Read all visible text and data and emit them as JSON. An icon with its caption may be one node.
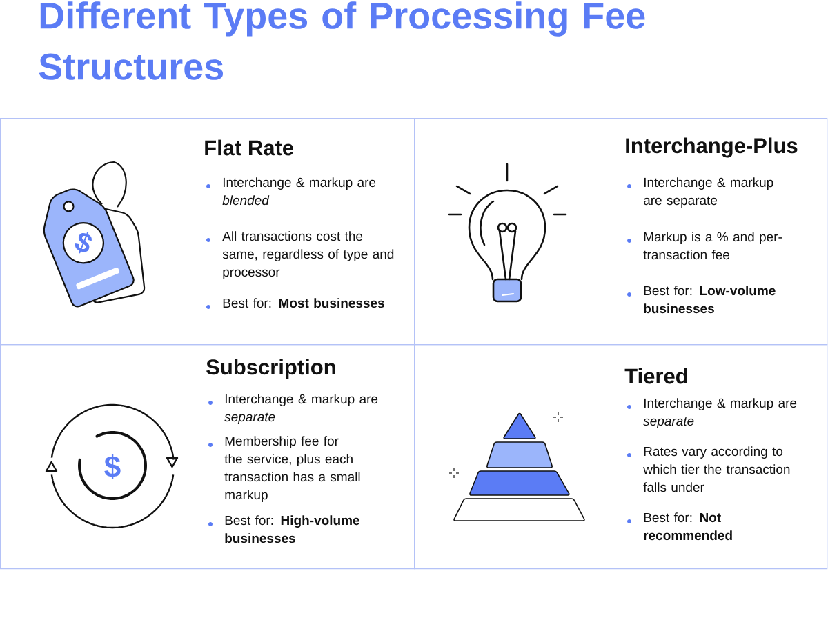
{
  "diagram": {
    "title": "Different Types of Processing Fee Structures",
    "nodes": [
      {
        "text": [
          "Flat Rate",
          "Interchange & markup are *blended*",
          "All transactions cost the same, regardless of type and processor",
          "Best for: **Most businesses**"
        ]
      },
      {
        "text": [
          "Interchange-Plus",
          "Interchange & markup are separate",
          "Markup is a % and per-transaction fee",
          "Best for: **Low-volume businesses**"
        ]
      },
      {
        "text": [
          "Subscription",
          "Interchange & markup are *separate*",
          "Membership fee for the service, plus each transaction has a small markup",
          "Best for: **High-volume businesses**"
        ]
      },
      {
        "text": [
          "Tiered",
          "Interchange & markup are *separate*",
          "Rates vary according to which tier the transaction falls under",
          "Best for: **Not recommended**"
        ]
      }
    ],
    "labels": [
      "$",
      "$"
    ]
  }
}
